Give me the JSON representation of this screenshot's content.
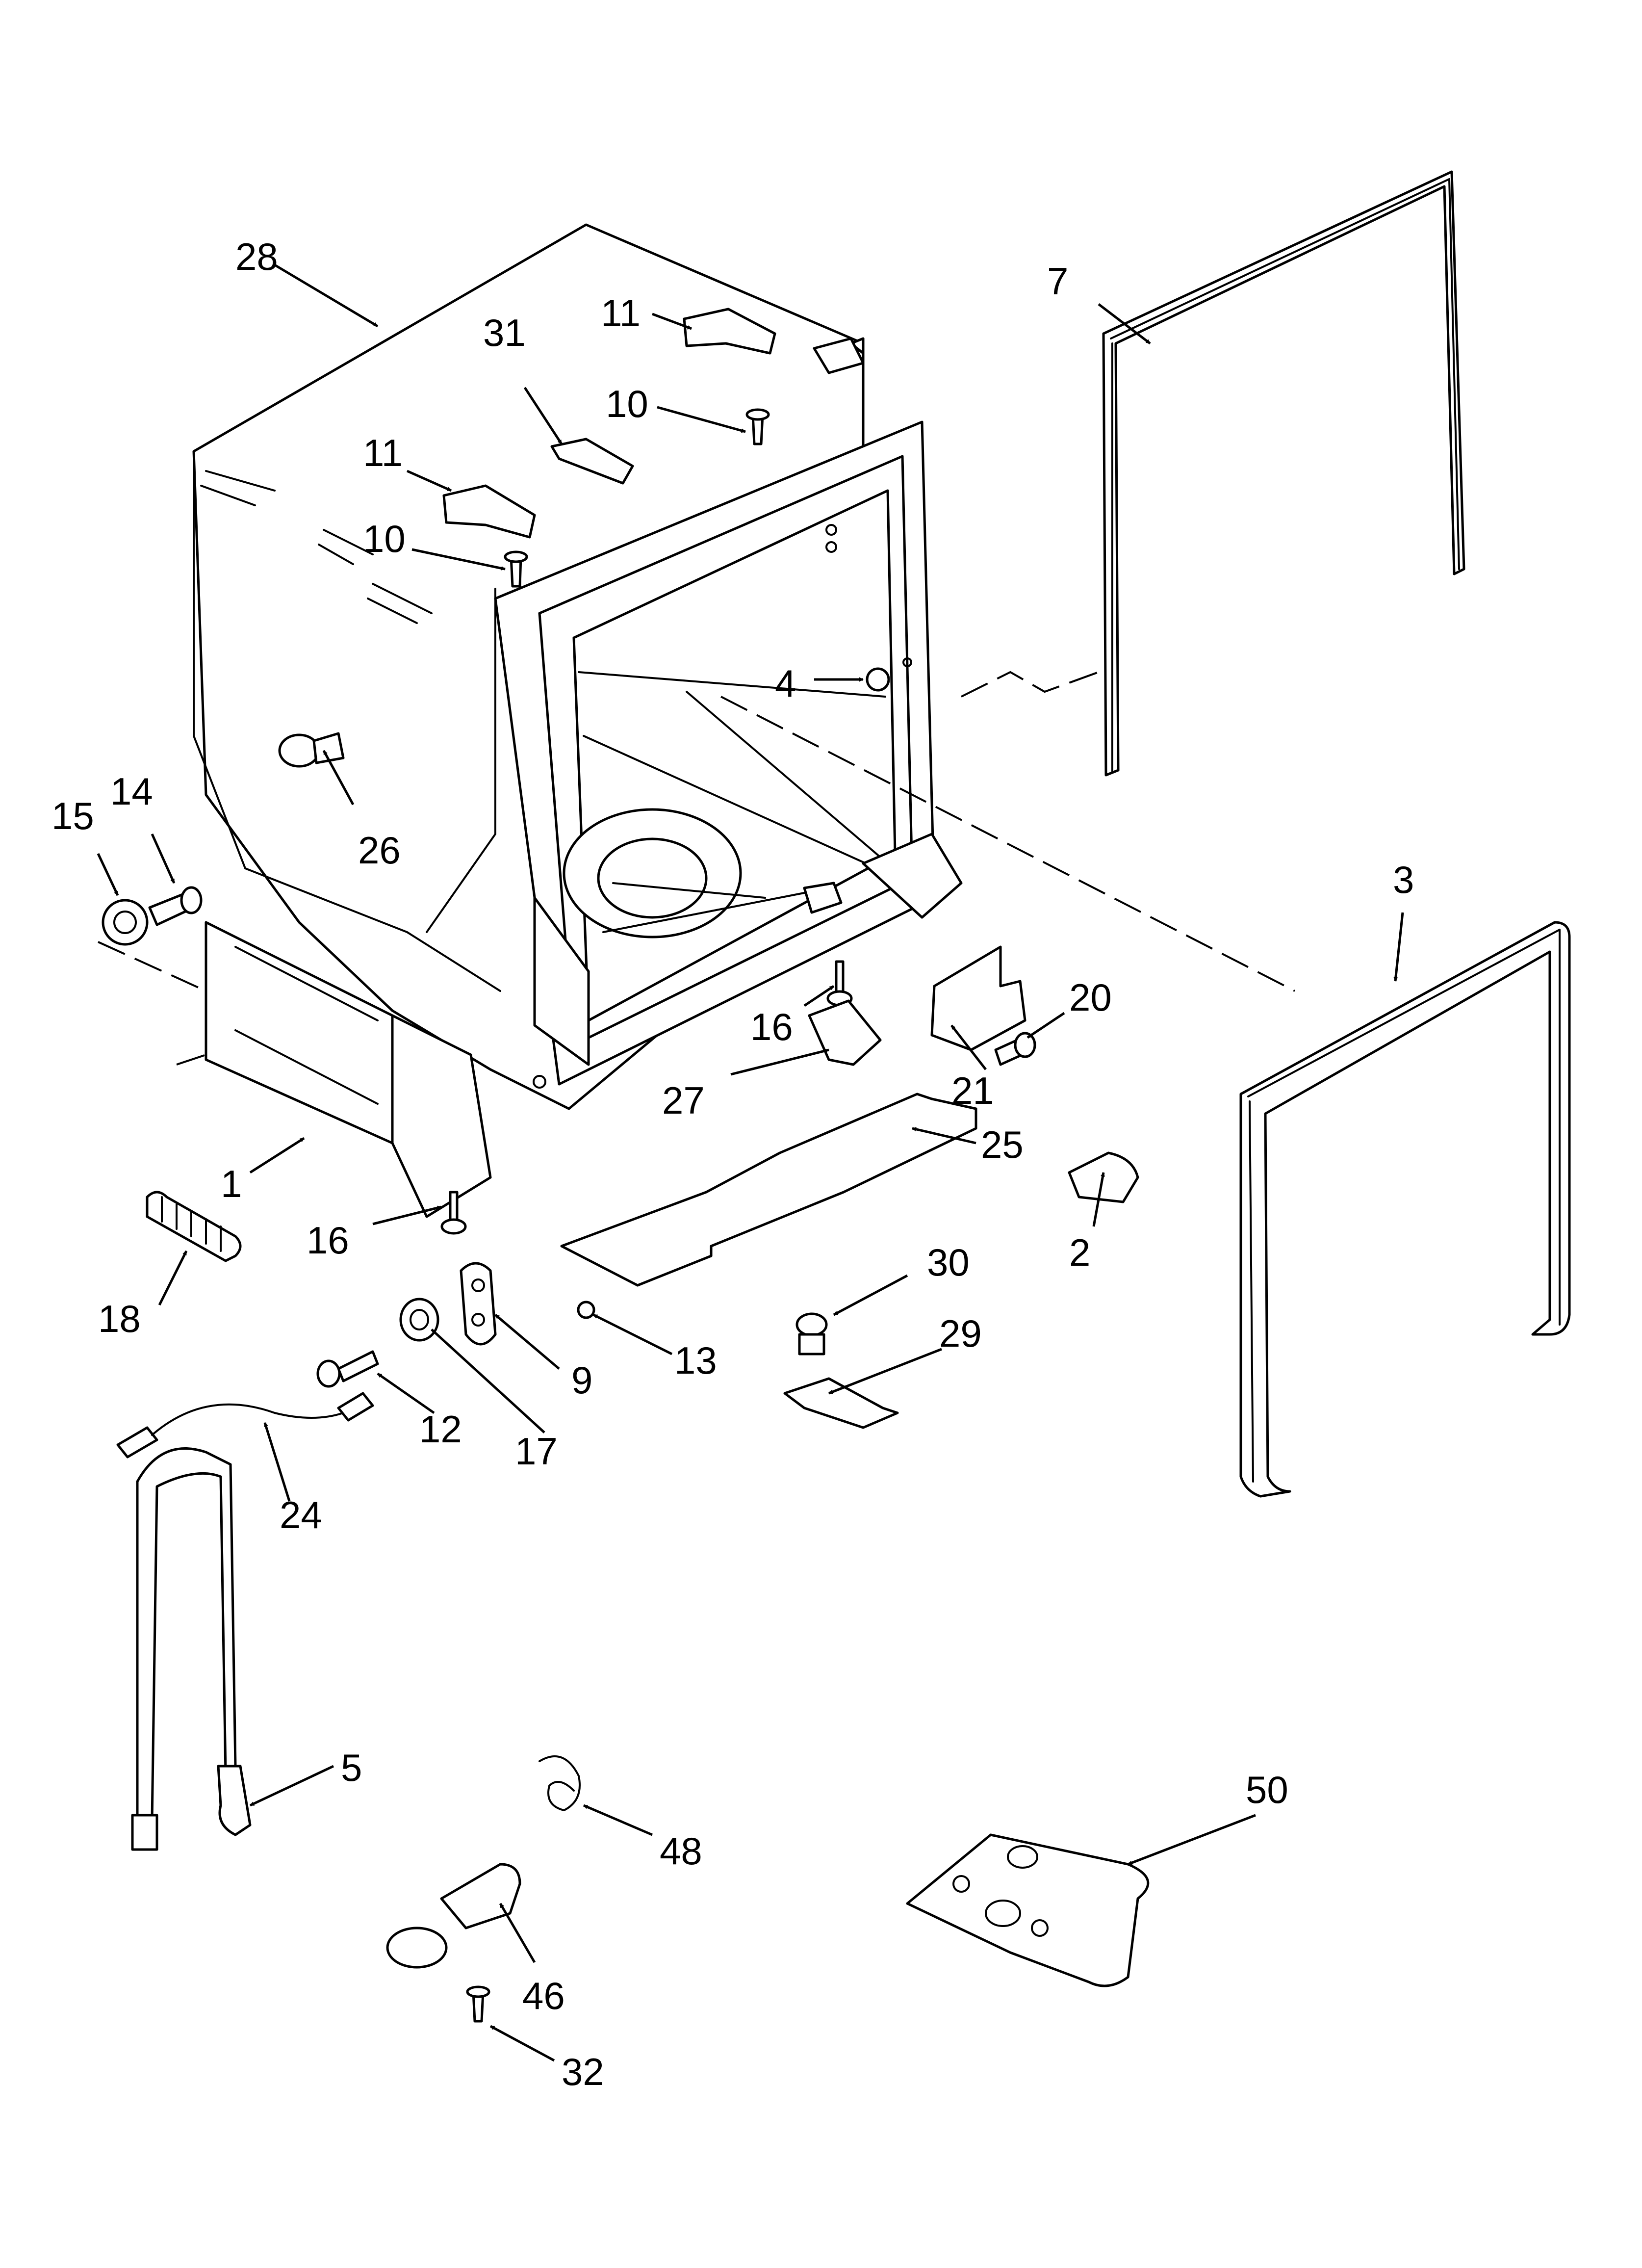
{
  "callouts": [
    {
      "id": "c28",
      "text": "28"
    },
    {
      "id": "c11a",
      "text": "11"
    },
    {
      "id": "c11b",
      "text": "11"
    },
    {
      "id": "c31",
      "text": "31"
    },
    {
      "id": "c10a",
      "text": "10"
    },
    {
      "id": "c10b",
      "text": "10"
    },
    {
      "id": "c7",
      "text": "7"
    },
    {
      "id": "c4",
      "text": "4"
    },
    {
      "id": "c26",
      "text": "26"
    },
    {
      "id": "c15",
      "text": "15"
    },
    {
      "id": "c14",
      "text": "14"
    },
    {
      "id": "c3",
      "text": "3"
    },
    {
      "id": "c20",
      "text": "20"
    },
    {
      "id": "c16a",
      "text": "16"
    },
    {
      "id": "c21",
      "text": "21"
    },
    {
      "id": "c27",
      "text": "27"
    },
    {
      "id": "c25",
      "text": "25"
    },
    {
      "id": "c1",
      "text": "1"
    },
    {
      "id": "c2",
      "text": "2"
    },
    {
      "id": "c16b",
      "text": "16"
    },
    {
      "id": "c18",
      "text": "18"
    },
    {
      "id": "c30",
      "text": "30"
    },
    {
      "id": "c13",
      "text": "13"
    },
    {
      "id": "c9",
      "text": "9"
    },
    {
      "id": "c29",
      "text": "29"
    },
    {
      "id": "c12",
      "text": "12"
    },
    {
      "id": "c17",
      "text": "17"
    },
    {
      "id": "c24",
      "text": "24"
    },
    {
      "id": "c5",
      "text": "5"
    },
    {
      "id": "c50",
      "text": "50"
    },
    {
      "id": "c48",
      "text": "48"
    },
    {
      "id": "c46",
      "text": "46"
    },
    {
      "id": "c32",
      "text": "32"
    }
  ]
}
